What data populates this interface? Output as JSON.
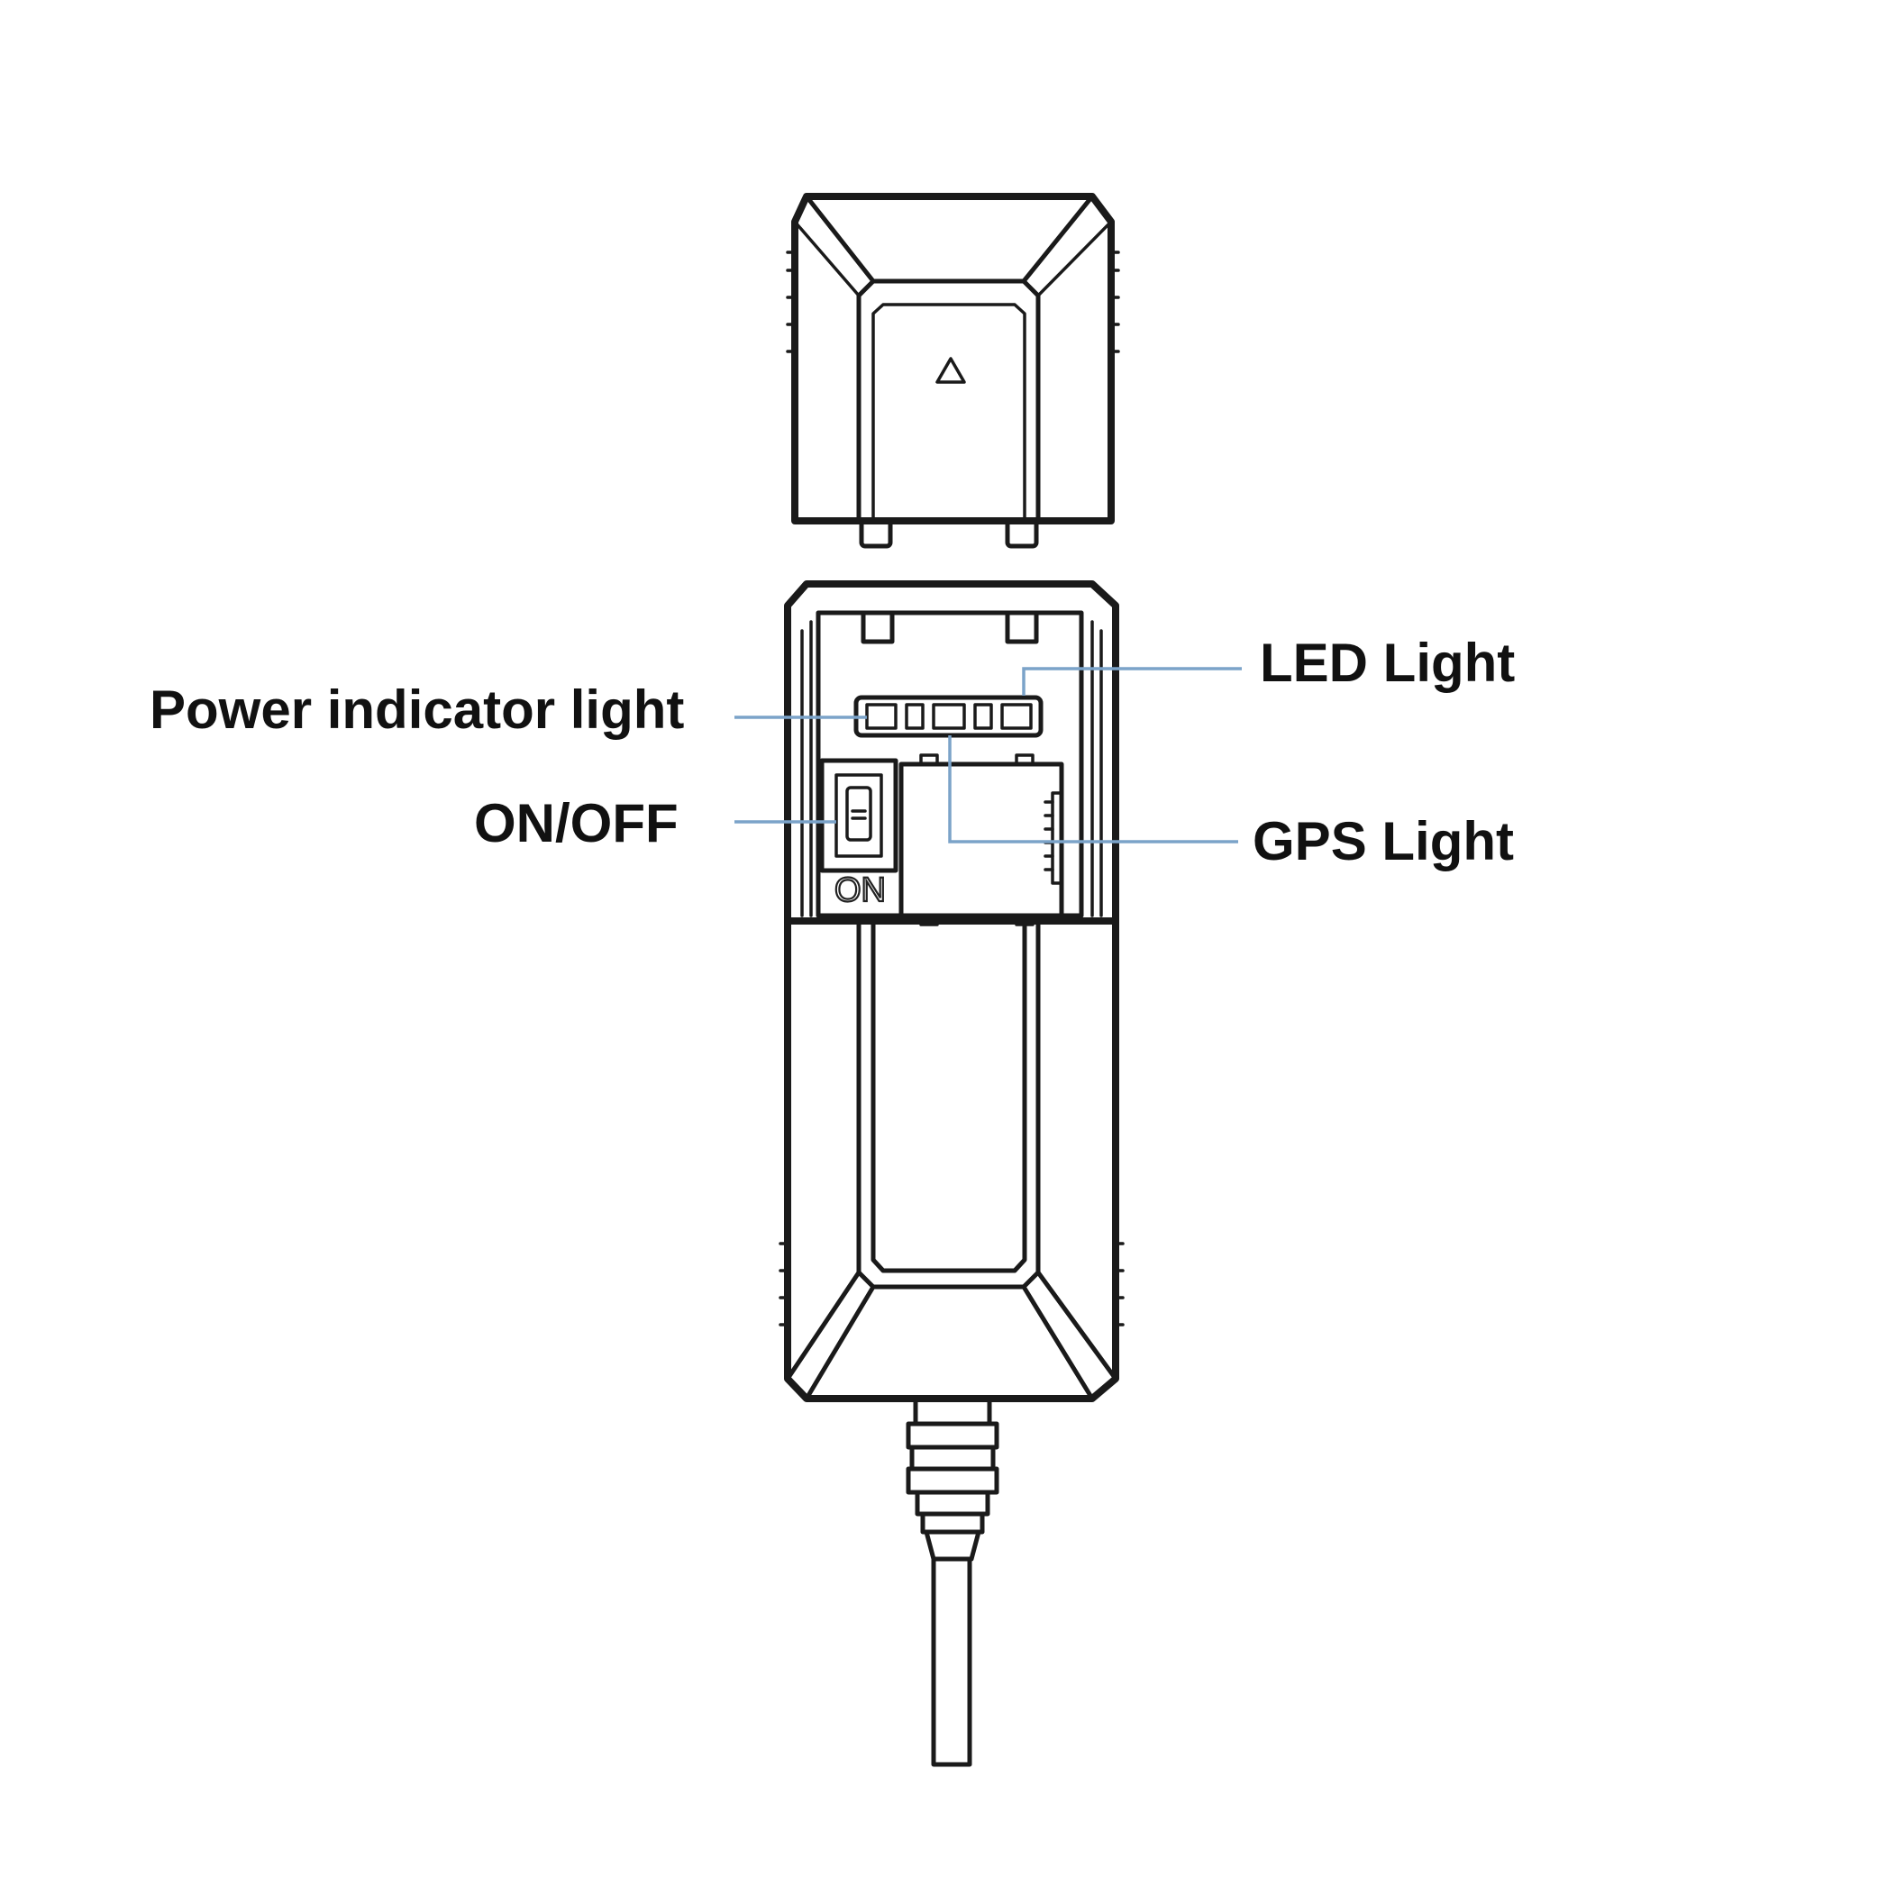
{
  "labels": {
    "power_indicator": "Power indicator light",
    "on_off": "ON/OFF",
    "led_light": "LED Light",
    "gps_light": "GPS Light"
  },
  "device": {
    "switch_marking": "ON",
    "lid_symbol": "triangle-icon"
  },
  "colors": {
    "outline": "#1a1a1a",
    "leader_line": "#7ba3c9",
    "background": "#ffffff"
  }
}
